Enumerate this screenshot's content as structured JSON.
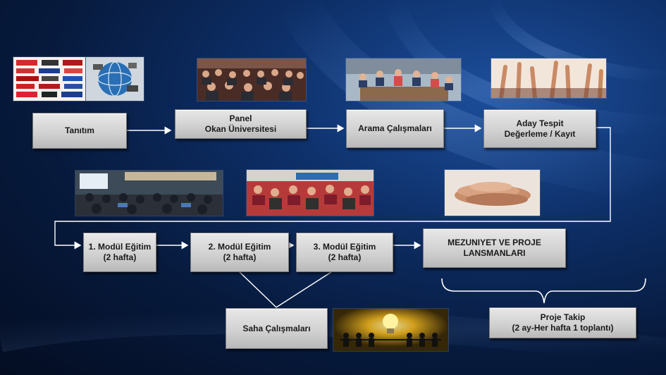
{
  "nodes": {
    "tanitim": {
      "lines": [
        "Tanıtım"
      ]
    },
    "panel": {
      "lines": [
        "Panel",
        "Okan Üniversitesi"
      ]
    },
    "arama": {
      "lines": [
        "Arama Çalışmaları"
      ]
    },
    "aday": {
      "lines": [
        "Aday Tespit",
        "Değerleme / Kayıt"
      ]
    },
    "modul1": {
      "lines": [
        "1. Modül  Eğitim",
        "(2 hafta)"
      ]
    },
    "modul2": {
      "lines": [
        "2. Modül  Eğitim",
        "(2 hafta)"
      ]
    },
    "modul3": {
      "lines": [
        "3. Modül  Eğitim",
        "(2 hafta)"
      ]
    },
    "mezuniyet": {
      "lines": [
        "MEZUNIYET  VE  PROJE",
        "LANSMANLARI"
      ]
    },
    "saha": {
      "lines": [
        "Saha Çalışmaları"
      ]
    },
    "proje": {
      "lines": [
        "Proje Takip",
        "(2 ay-Her hafta 1 toplantı)"
      ]
    }
  },
  "colors": {
    "arrow": "#ffffff",
    "box_top": "#e8e8e8",
    "box_bottom": "#b9b9b9",
    "background": "#0d2e66"
  },
  "icons": {
    "photo_newspapers": "newspaper-collage-photo",
    "photo_globe": "globe-network-photo",
    "photo_audience": "audience-seated-photo",
    "photo_meeting": "meeting-table-photo",
    "photo_hands_raised": "raised-hands-photo",
    "photo_classroom": "classroom-lecture-photo",
    "photo_workshop": "workshop-group-photo",
    "photo_handshake": "stacked-hands-photo",
    "photo_lightbulb": "lightbulb-people-photo"
  }
}
